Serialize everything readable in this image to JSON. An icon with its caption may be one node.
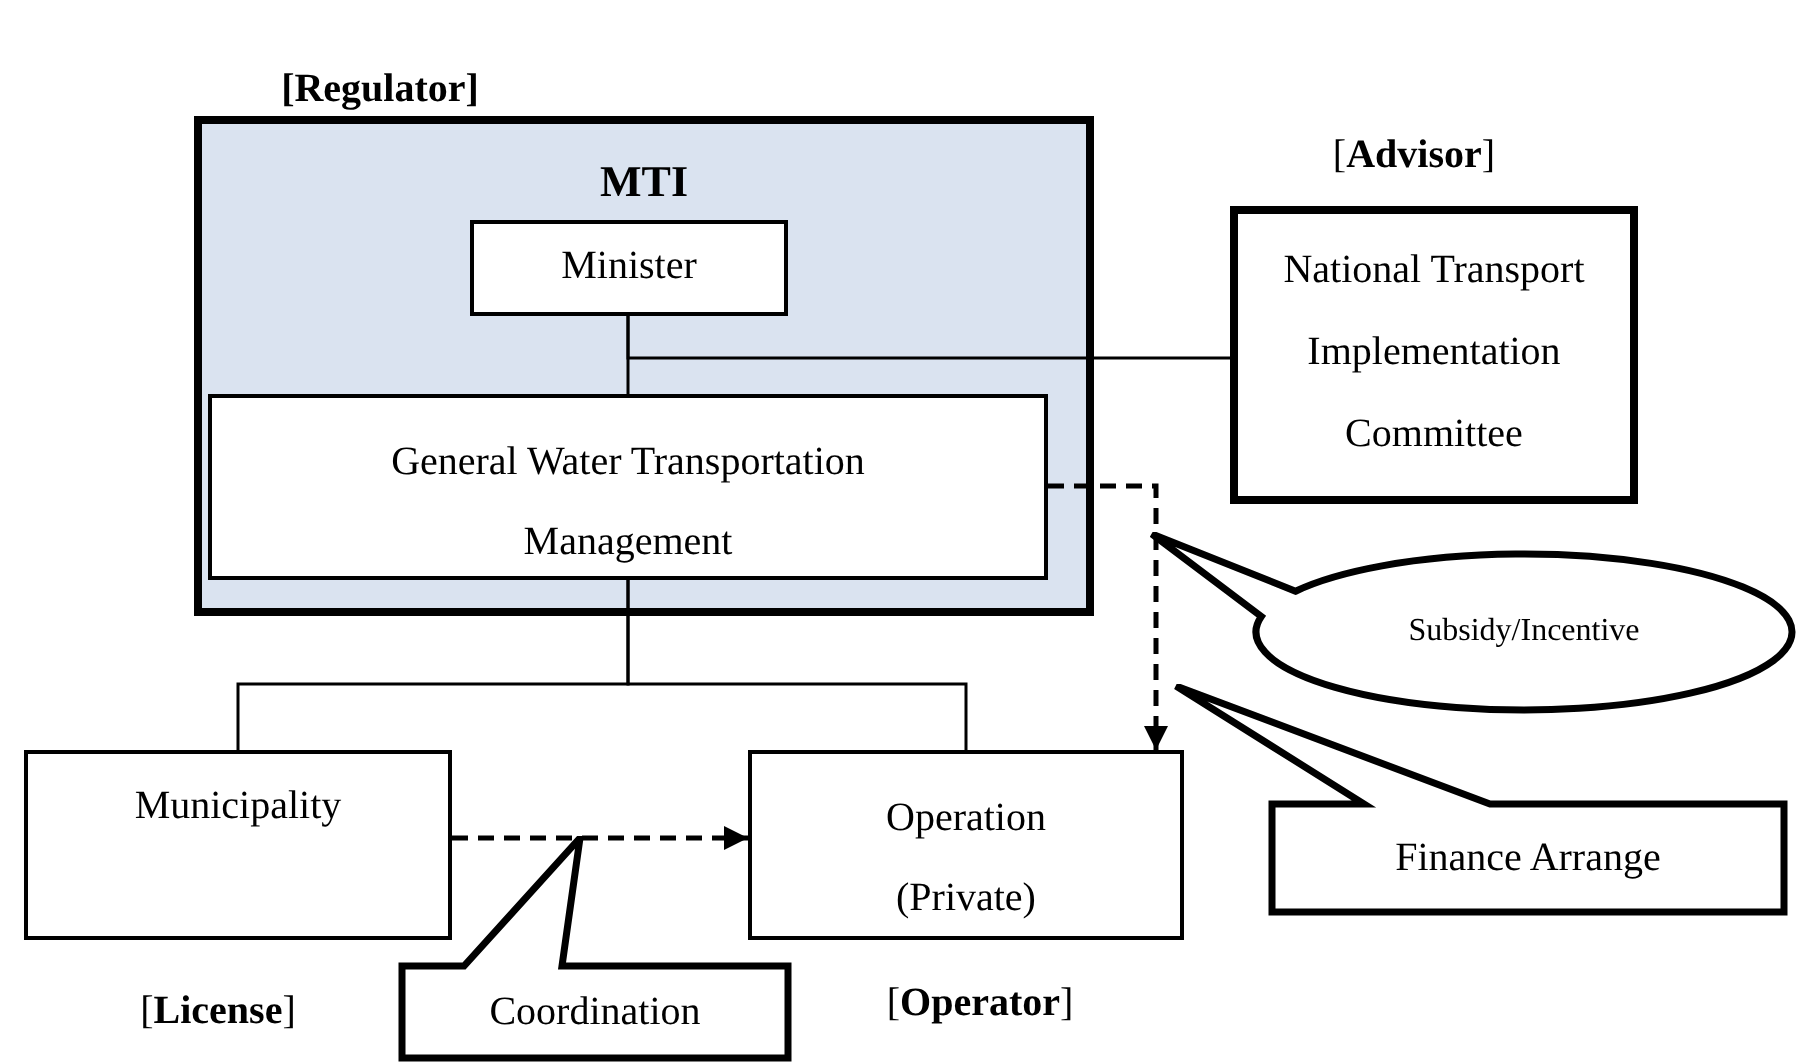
{
  "diagram": {
    "nodes": [
      {
        "text": [
          "MTI"
        ],
        "beside": [
          "[Regulator]"
        ]
      },
      {
        "text": [
          "Minister"
        ],
        "in": 0
      },
      {
        "text": [
          "General Water Transportation Management"
        ],
        "in": 0
      },
      {
        "text": [
          "National Transport Implementation Committee"
        ],
        "beside": [
          "[**Advisor**]"
        ]
      },
      {
        "text": [
          "Municipality"
        ],
        "beside": [
          "[**License**]"
        ]
      },
      {
        "text": [
          "Operation (Private)"
        ],
        "beside": [
          "[**Operator**]"
        ]
      },
      {
        "text": [
          "Subsidy/Incentive"
        ]
      },
      {
        "text": [
          "Finance Arrange"
        ]
      },
      {
        "text": [
          "Coordination"
        ]
      }
    ],
    "edges": [
      {
        "from": 1,
        "to": 2,
        "arrow": "none"
      },
      {
        "from": 1,
        "to": 3,
        "arrow": "none"
      },
      {
        "from": 2,
        "to": 4,
        "arrow": "none"
      },
      {
        "from": 2,
        "to": 5,
        "arrow": "none"
      },
      {
        "from": 4,
        "to": 5,
        "arrow": "to",
        "style": "dashed"
      },
      {
        "from": 2,
        "to": 5,
        "arrow": "to",
        "style": "dashed"
      }
    ]
  }
}
